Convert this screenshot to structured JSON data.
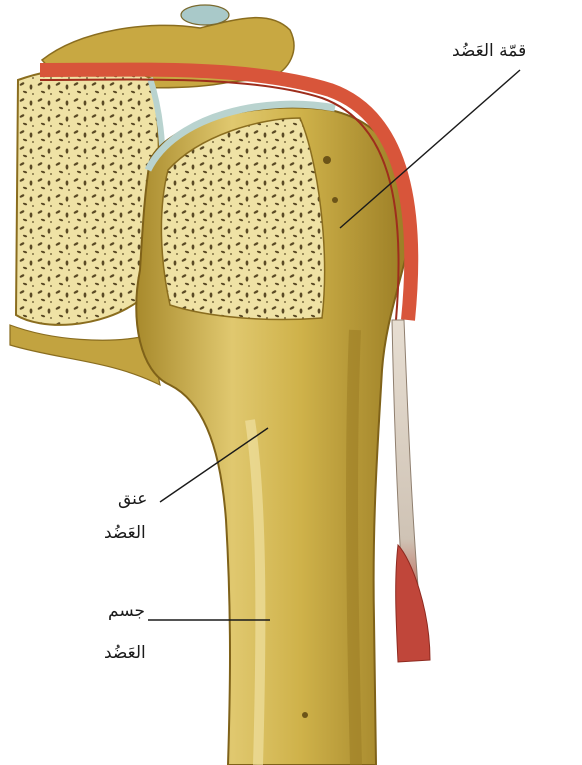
{
  "labels": {
    "head": "قمّة العَضُد",
    "neck_line1": "عنق",
    "neck_line2": "العَضُد",
    "shaft_line1": "جسم",
    "shaft_line2": "العَضُد"
  },
  "colors": {
    "bone": "#cfb24a",
    "bone_shadow": "#9f8126",
    "bone_highlight": "#e6d183",
    "spongy_bone": "#efe2a5",
    "spongy_holes": "#5a4a25",
    "cartilage": "#b9d3cf",
    "tendon": "#d8553a",
    "tendon_dark": "#9e2d1c",
    "muscle_end": "#c0463a",
    "label_text": "#1a1a1a",
    "leader_line": "#1a1a1a"
  }
}
